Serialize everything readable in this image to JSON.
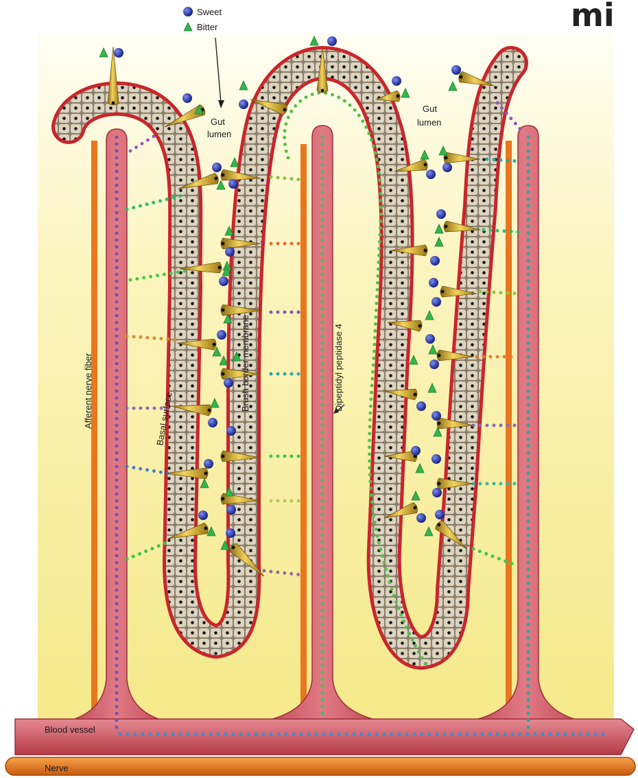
{
  "legend": {
    "sweet": "Sweet",
    "bitter": "Bitter"
  },
  "labels": {
    "gut_lumen_left_line1": "Gut",
    "gut_lumen_left_line2": "lumen",
    "gut_lumen_right_line1": "Gut",
    "gut_lumen_right_line2": "lumen",
    "afferent_nerve_fiber": "Afferent nerve fiber",
    "basal_surface": "Basal surface",
    "brush_border_membrane": "Brush border membrane",
    "dipeptidyl_peptidase": "Dipeptidyl peptidase 4",
    "blood_vessel": "Blood vessel",
    "nerve": "Nerve"
  },
  "logo": "mi",
  "icons": {
    "sweet_marker": "blue-sphere",
    "bitter_marker": "green-pyramid",
    "enteroendocrine_cell": "golden-cone"
  },
  "colors": {
    "background": "#f8f2b4",
    "blood_vessel": "#d45a66",
    "nerve": "#e8771f",
    "epithelium_cell": "#d6cdb8",
    "basement": "#c8262b",
    "sweet": "#1e2fa8",
    "bitter": "#33b54a",
    "cone": "#c9a227"
  }
}
